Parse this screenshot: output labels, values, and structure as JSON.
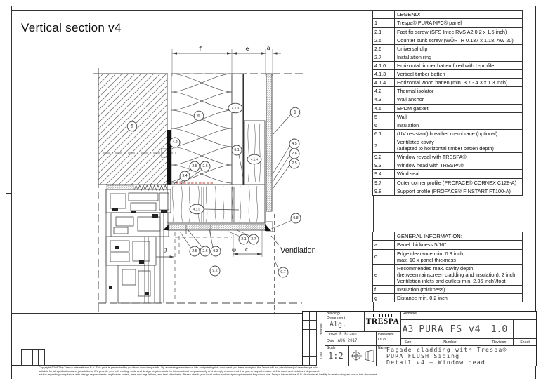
{
  "drawing": {
    "title": "Vertical section v4",
    "ventilation": "Ventilation",
    "dims": {
      "f": "f",
      "e": "e",
      "a": "a",
      "c": "c",
      "g": "g"
    },
    "callouts": [
      "5",
      "6",
      "4.2",
      "4.1.3",
      "6.1",
      "4.1.4",
      "1",
      "4.5",
      "2.6",
      "2.5",
      "2.5",
      "2.6",
      "9.4",
      "4.1.0",
      "2.5",
      "2.6",
      "9.3",
      "2.1",
      "2.7",
      "9.2",
      "9.7",
      "9.8"
    ]
  },
  "legend": {
    "title": "LEGEND:",
    "rows": [
      {
        "key": "1",
        "text": "Trespa® PURA NFC® panel"
      },
      {
        "key": "2.1",
        "text": "Fast fix screw (SFS Intec RVS A2 0.2 x 1.5 inch)"
      },
      {
        "key": "2.5",
        "text": "Counter sunk screw (WÜRTH 0.137 x 1.18, AW 20)"
      },
      {
        "key": "2.6",
        "text": "Universal clip"
      },
      {
        "key": "2.7",
        "text": "Installation ring"
      },
      {
        "key": "4.1.0",
        "text": "Horizontal timber batten fixed with L-profile"
      },
      {
        "key": "4.1.3",
        "text": "Vertical timber batten"
      },
      {
        "key": "4.1.4",
        "text": "Horizontal wood batten (min. 3.7 - 4.3 x 1.3 inch)"
      },
      {
        "key": "4.2",
        "text": "Thermal isolator"
      },
      {
        "key": "4.3",
        "text": "Wall anchor"
      },
      {
        "key": "4.5",
        "text": "EPDM gasket"
      },
      {
        "key": "5",
        "text": "Wall"
      },
      {
        "key": "6",
        "text": "Insulation"
      },
      {
        "key": "6.1",
        "text": "(UV resistant) breather membrane (optional)"
      },
      {
        "key": "7",
        "text": "Ventilated cavity\n(adapted to horizontal timber batten depth)"
      },
      {
        "key": "9.2",
        "text": "Window reveal with TRESPA®"
      },
      {
        "key": "9.3",
        "text": "Window head with TRESPA®"
      },
      {
        "key": "9.4",
        "text": "Wind seal"
      },
      {
        "key": "9.7",
        "text": "Outer corner profile (PROFACE® CORNEX C128-A)"
      },
      {
        "key": "9.8",
        "text": "Support profile (PROFACE® FINSTART FT100-A)"
      }
    ]
  },
  "general_info": {
    "title": "GENERAL INFORMATION:",
    "rows": [
      {
        "key": "a",
        "text": "Panel thickness 5/16\""
      },
      {
        "key": "c",
        "text": "Edge clearance min. 0.8 inch,\nmax. 10 x panel thickness"
      },
      {
        "key": "e",
        "text": "Recommended max. cavity depth\n(between rainscreen cladding and insulation): 2 inch.\nVentilation inlets and outlets min. 2.36 inch²/foot"
      },
      {
        "key": "f",
        "text": "Insulation (thickness)"
      },
      {
        "key": "g",
        "text": "Distance min. 0.2 inch"
      }
    ]
  },
  "title_block": {
    "building_label": "Building/\nDepartment",
    "building_value": "Alg.",
    "logo_text": "TRESPA",
    "remarks_label": "Remarks",
    "drawn_label": "Drawn",
    "drawn_value": "R.Braun",
    "date_label": "Date",
    "date_value": "AUG 2017",
    "passingen_line1": "Passingen",
    "passingen_line2": "I.S.O.",
    "scale_label": "Scale",
    "scale_value": "1:2",
    "size_label": "Size",
    "size_value": "A3",
    "number_label": "Number",
    "number_value": "PURA FS v4",
    "revision_label": "Revision",
    "revision_value": "1.0",
    "sheet_label": "Sheet",
    "name_label": "Name",
    "name_line1": "Façade cladding with Trespa®",
    "name_line2": "PURA FLUSH Siding",
    "name_line3": "Detail v4 – Window head",
    "side_revision": "Revision",
    "side_data": "Data"
  },
  "fine_print": {
    "line1": "Copyright ©2017 by Trespa International B.V. This print is generated by you from www.trespa.info. By accessing www.trespa.info and printing this document you have accepted the Terms of Use (disclaimer) of www.trespa.info,",
    "line2": "suitable for all applications and jurisdictions. We provide you with routing, code and design requirements for informational purposes only and strongly recommend that you or any other user of this document obtains independent",
    "line3": "advice regarding compliance with design requirements, applicable codes, laws and regulations, and test standards. Please check your local codes and design requirements for proper use. Trespa International B.V. disclaims all liability in relation to your use of this document."
  }
}
